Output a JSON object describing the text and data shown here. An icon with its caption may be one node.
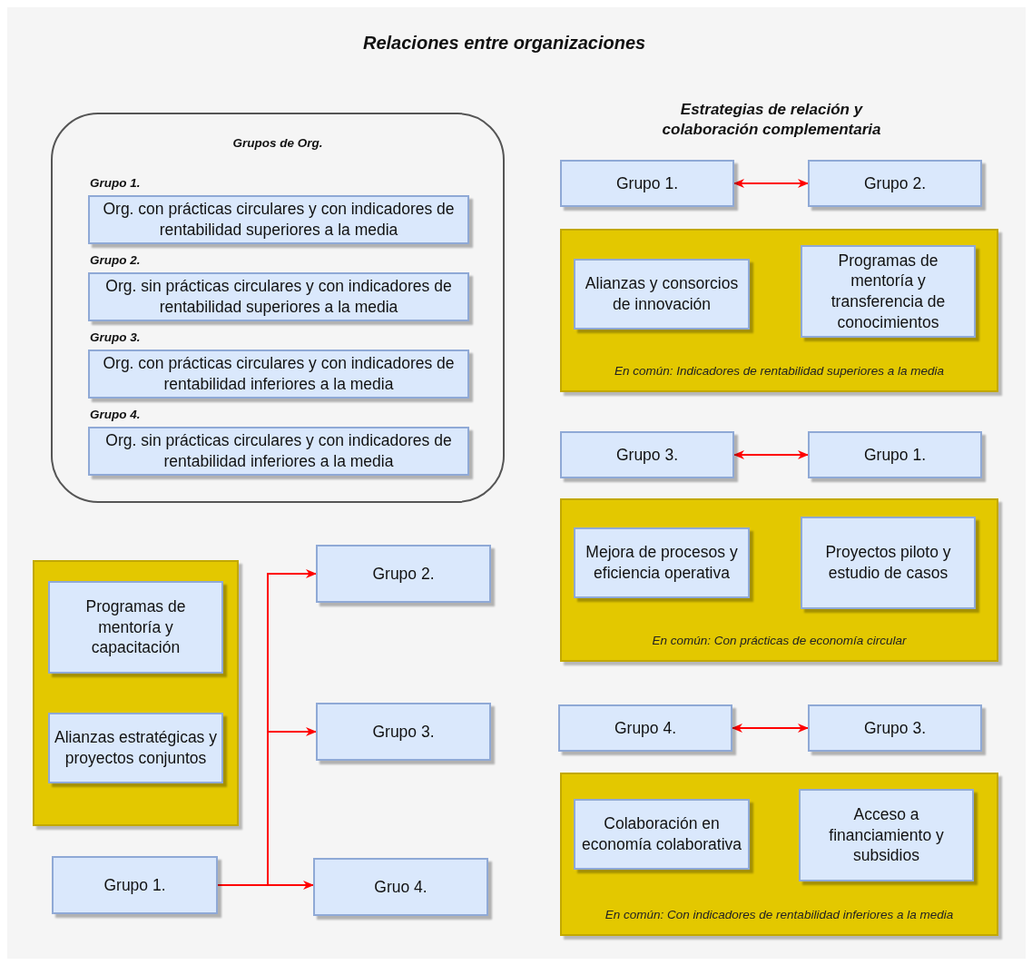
{
  "diagram": {
    "title": "Relaciones entre organizaciones",
    "nodes": [
      {
        "text": [
          "Grupos de Org."
        ]
      },
      {
        "text": [
          "Grupo 1.",
          "Org. con prácticas circulares y con indicadores de rentabilidad superiores a la media"
        ],
        "in": 0
      },
      {
        "text": [
          "Grupo 2.",
          "Org. sin prácticas circulares y con indicadores de rentabilidad superiores a la media"
        ],
        "in": 0
      },
      {
        "text": [
          "Grupo 3.",
          "Org. con prácticas circulares y con indicadores de rentabilidad inferiores a la media"
        ],
        "in": 0
      },
      {
        "text": [
          "Grupo 4.",
          "Org. sin prácticas circulares y con indicadores de rentabilidad inferiores a la media"
        ],
        "in": 0
      },
      {
        "text": [
          "Grupo 1."
        ]
      },
      {
        "text": [
          "Grupo 2."
        ]
      },
      {
        "text": [
          "En común: Indicadores de rentabilidad superiores a la media"
        ]
      },
      {
        "text": [
          "Alianzas y consorcios de innovación"
        ],
        "in": 7
      },
      {
        "text": [
          "Programas de mentoría y transferencia de conocimientos"
        ],
        "in": 7
      },
      {
        "text": [
          "Grupo 3."
        ]
      },
      {
        "text": [
          "Grupo 1."
        ]
      },
      {
        "text": [
          "En común: Con prácticas de economía circular"
        ]
      },
      {
        "text": [
          "Mejora de procesos y eficiencia operativa"
        ],
        "in": 12
      },
      {
        "text": [
          "Proyectos piloto y estudio de casos"
        ],
        "in": 12
      },
      {
        "text": [
          "Grupo 4."
        ]
      },
      {
        "text": [
          "Grupo 3."
        ]
      },
      {
        "text": [
          "En común: Con indicadores de rentabilidad inferiores a la media"
        ]
      },
      {
        "text": [
          "Colaboración en economía colaborativa"
        ],
        "in": 17
      },
      {
        "text": [
          "Acceso a financiamiento y subsidios"
        ],
        "in": 17
      },
      {
        "text": [],
        "shape": "box"
      },
      {
        "text": [
          "Programas de mentoría y capacitación"
        ],
        "in": 20
      },
      {
        "text": [
          "Alianzas estratégicas y proyectos conjuntos"
        ],
        "in": 20
      },
      {
        "text": [
          "Grupo 2."
        ]
      },
      {
        "text": [
          "Grupo 3."
        ]
      },
      {
        "text": [
          "Grupo 1."
        ]
      },
      {
        "text": [
          "Gruo 4."
        ]
      }
    ],
    "edges": [
      {
        "from": 5,
        "to": 6,
        "arrow": "both"
      },
      {
        "from": 10,
        "to": 11,
        "arrow": "both"
      },
      {
        "from": 15,
        "to": 16,
        "arrow": "both"
      },
      {
        "from": 25,
        "to": 23,
        "arrow": "to"
      },
      {
        "from": 25,
        "to": 24,
        "arrow": "to"
      },
      {
        "from": 25,
        "to": 26,
        "arrow": "to"
      }
    ],
    "labels": [
      "Estrategias de relación y colaboración complementaria"
    ]
  }
}
